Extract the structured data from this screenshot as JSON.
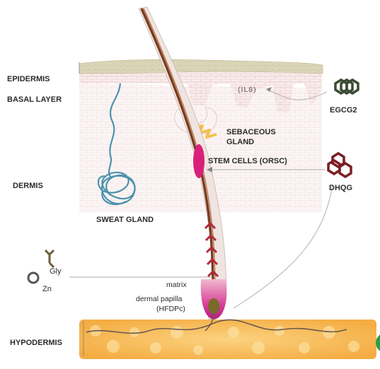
{
  "labels": {
    "epidermis": "EPIDERMIS",
    "basal_layer": "BASAL LAYER",
    "il8": "(IL8)",
    "egcg2": "EGCG2",
    "sebaceous_gland_line1": "SEBACEOUS",
    "sebaceous_gland_line2": "GLAND",
    "stem_cells": "STEM CELLS (ORSC)",
    "dhqg": "DHQG",
    "dermis": "DERMIS",
    "sweat_gland": "SWEAT GLAND",
    "gly": "Gly",
    "zn": "Zn",
    "matrix": "matrix",
    "dermal_papilla": "dermal papilla",
    "hfdpc": "(HFDPc)",
    "hypodermis": "HYPODERMIS"
  },
  "colors": {
    "epidermis_fill": "#d9d3b4",
    "dermis_fill": "#f7e7e7",
    "dermis_grid": "#e7bdbd",
    "hair_shaft": "#7a3b1f",
    "follicle_sheath": "#efe6e2",
    "stem_cells": "#d8207a",
    "hypodermis": "#f6b13d",
    "egcg2_icon": "#3d4a34",
    "dhqg_icon": "#7a1f25",
    "sweat_gland": "#4c93ad",
    "sebaceous": "#f2c24e"
  }
}
